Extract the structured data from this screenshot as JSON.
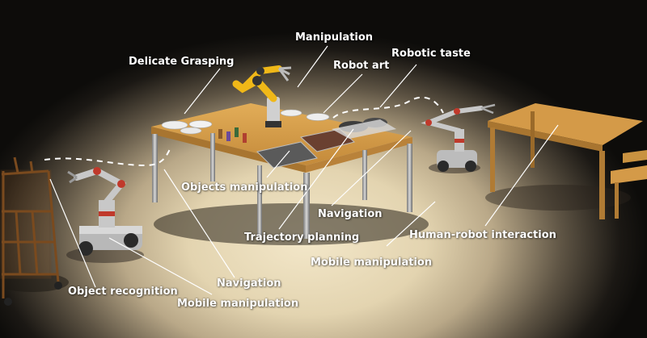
{
  "labels": {
    "manipulation": "Manipulation",
    "delicate_grasping": "Delicate Grasping",
    "robot_art": "Robot art",
    "robotic_taste": "Robotic taste",
    "objects_manipulation": "Objects manipulation",
    "navigation_center": "Navigation",
    "trajectory_planning": "Trajectory planning",
    "human_robot_interaction": "Human-robot interaction",
    "mobile_manipulation_center": "Mobile manipulation",
    "object_recognition": "Object recognition",
    "navigation_left": "Navigation",
    "mobile_manipulation_left": "Mobile manipulation"
  },
  "colors": {
    "label_text": "#ffffff",
    "table_wood": "#d29a45",
    "robot_accent": "#f0b818",
    "robot_red": "#c0392b"
  }
}
